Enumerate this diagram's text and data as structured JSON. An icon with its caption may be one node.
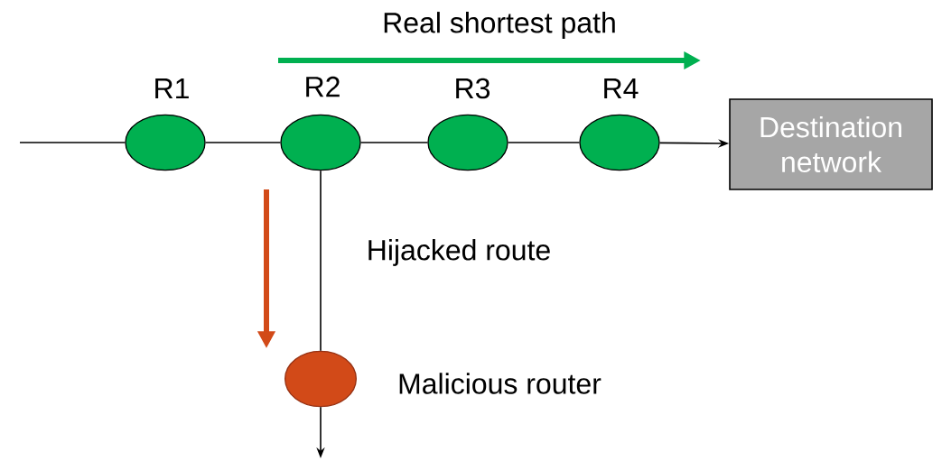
{
  "diagram": {
    "nodes": [
      {
        "text": [
          "R1"
        ]
      },
      {
        "text": [
          "R2"
        ]
      },
      {
        "text": [
          "R3"
        ]
      },
      {
        "text": [
          "R4"
        ]
      },
      {
        "text": [
          "Destination network"
        ]
      },
      {
        "text": [
          "Malicious router"
        ]
      }
    ],
    "edges": [
      {
        "from": null,
        "to": 0,
        "arrow": "none"
      },
      {
        "from": 0,
        "to": 1,
        "arrow": "none"
      },
      {
        "from": 1,
        "to": 2,
        "arrow": "none"
      },
      {
        "from": 2,
        "to": 3,
        "arrow": "none"
      },
      {
        "from": 3,
        "to": 4,
        "arrow": "to"
      },
      {
        "from": 1,
        "to": 5,
        "arrow": "none",
        "label": "Hijacked route"
      },
      {
        "from": 5,
        "to": null,
        "arrow": "to"
      }
    ],
    "labels": [
      "Real shortest path"
    ]
  }
}
